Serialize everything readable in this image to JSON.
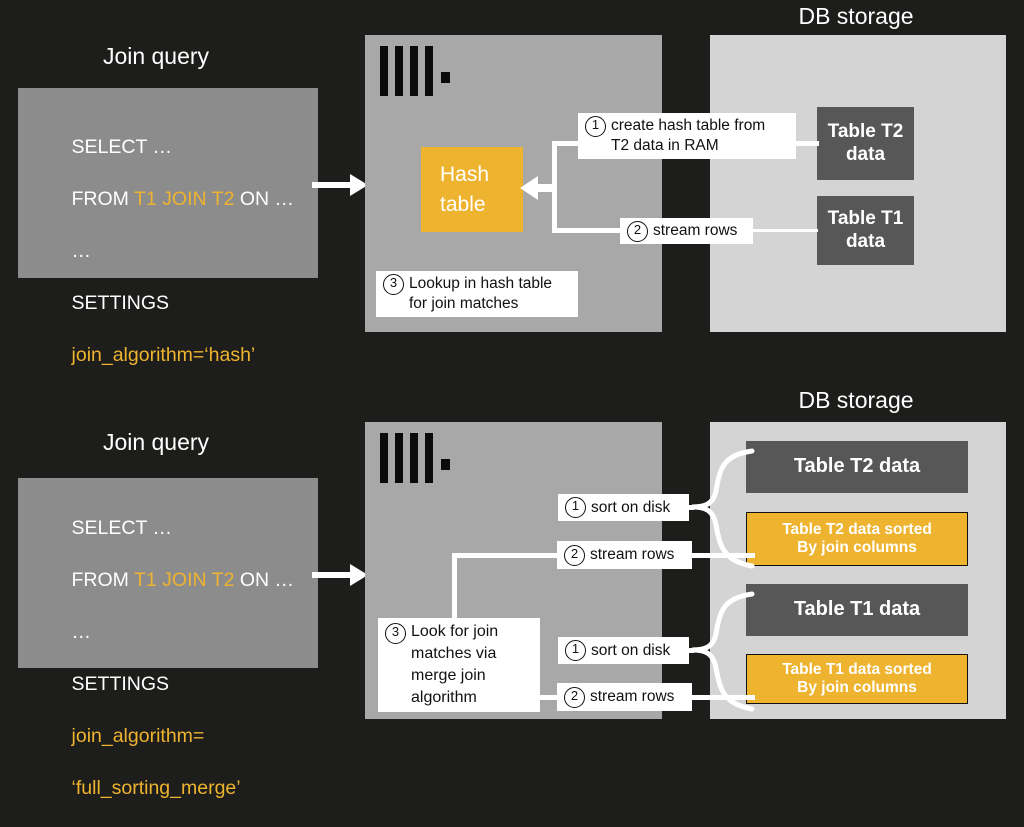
{
  "panels": [
    {
      "id": "hash-join",
      "query_heading": "Join query",
      "storage_heading": "DB storage",
      "query": {
        "line1": "SELECT …",
        "line2_pre": "FROM ",
        "line2_kw": "T1 JOIN T2",
        "line2_post": " ON …",
        "line3": "…",
        "line4": "SETTINGS",
        "line5": "join_algorithm=‘hash’"
      },
      "hash_table": {
        "line1": "Hash",
        "line2": "table"
      },
      "steps": [
        {
          "num": "1",
          "text": "create hash table from\nT2 data in RAM"
        },
        {
          "num": "2",
          "text": "stream rows"
        },
        {
          "num": "3",
          "text": "Lookup in hash table\nfor join matches"
        }
      ],
      "tables": [
        {
          "label": "Table T2\ndata",
          "style": "dark"
        },
        {
          "label": "Table T1\ndata",
          "style": "dark"
        }
      ]
    },
    {
      "id": "full-sorting-merge-join",
      "query_heading": "Join query",
      "storage_heading": "DB storage",
      "query": {
        "line1": "SELECT …",
        "line2_pre": "FROM ",
        "line2_kw": "T1 JOIN T2",
        "line2_post": " ON …",
        "line3": "…",
        "line4": "SETTINGS",
        "line5": "join_algorithm=",
        "line6": "‘full_sorting_merge’"
      },
      "steps": [
        {
          "num": "1",
          "text": "sort on disk"
        },
        {
          "num": "2",
          "text": "stream rows"
        },
        {
          "num": "3",
          "text": "Look for join\nmatches via\nmerge join\nalgorithm"
        },
        {
          "num": "1",
          "text": "sort on disk"
        },
        {
          "num": "2",
          "text": "stream rows"
        }
      ],
      "tables": [
        {
          "label": "Table T2 data",
          "style": "dark"
        },
        {
          "label": "Table T2 data sorted\nBy join columns",
          "style": "yellow"
        },
        {
          "label": "Table T1 data",
          "style": "dark"
        },
        {
          "label": "Table T1 data sorted\nBy join columns",
          "style": "yellow"
        }
      ]
    }
  ],
  "colors": {
    "background": "#1d1d1b",
    "query_box": "#8c8c8c",
    "server_box": "#a8a8a8",
    "db_box": "#d4d4d4",
    "table_dark": "#575757",
    "accent_yellow": "#eeb32f",
    "text_white": "#ffffff"
  },
  "icons": {
    "clickhouse_logo": "clickhouse-logo-icon",
    "flow_arrow": "arrow-right-icon"
  }
}
